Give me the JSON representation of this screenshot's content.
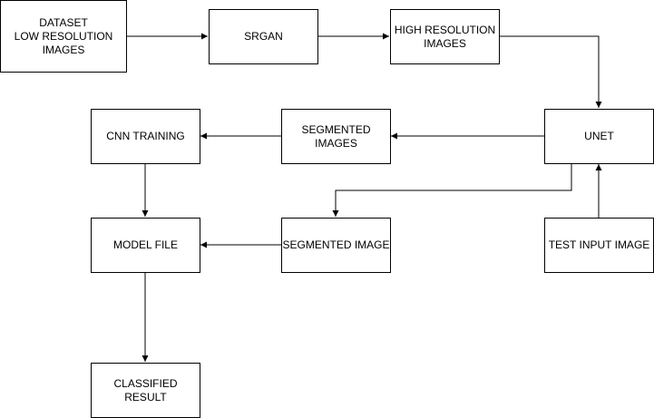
{
  "diagram": {
    "nodes": [
      {
        "id": "dataset",
        "label": "DATASET\nLOW RESOLUTION\nIMAGES"
      },
      {
        "id": "srgan",
        "label": "SRGAN"
      },
      {
        "id": "high_res",
        "label": "HIGH RESOLUTION\nIMAGES"
      },
      {
        "id": "unet",
        "label": "UNET"
      },
      {
        "id": "segmented_images",
        "label": "SEGMENTED\nIMAGES"
      },
      {
        "id": "cnn_training",
        "label": "CNN TRAINING"
      },
      {
        "id": "model_file",
        "label": "MODEL FILE"
      },
      {
        "id": "segmented_image",
        "label": "SEGMENTED IMAGE"
      },
      {
        "id": "test_input",
        "label": "TEST INPUT IMAGE"
      },
      {
        "id": "classified",
        "label": "CLASSIFIED\nRESULT"
      }
    ],
    "edges": [
      {
        "from": "dataset",
        "to": "srgan"
      },
      {
        "from": "srgan",
        "to": "high_res"
      },
      {
        "from": "high_res",
        "to": "unet"
      },
      {
        "from": "unet",
        "to": "segmented_images"
      },
      {
        "from": "segmented_images",
        "to": "cnn_training"
      },
      {
        "from": "cnn_training",
        "to": "model_file"
      },
      {
        "from": "unet",
        "to": "segmented_image"
      },
      {
        "from": "segmented_image",
        "to": "model_file"
      },
      {
        "from": "test_input",
        "to": "unet"
      },
      {
        "from": "model_file",
        "to": "classified"
      }
    ],
    "colors": {
      "stroke": "#000000",
      "fill": "#ffffff",
      "text": "#000000"
    }
  }
}
